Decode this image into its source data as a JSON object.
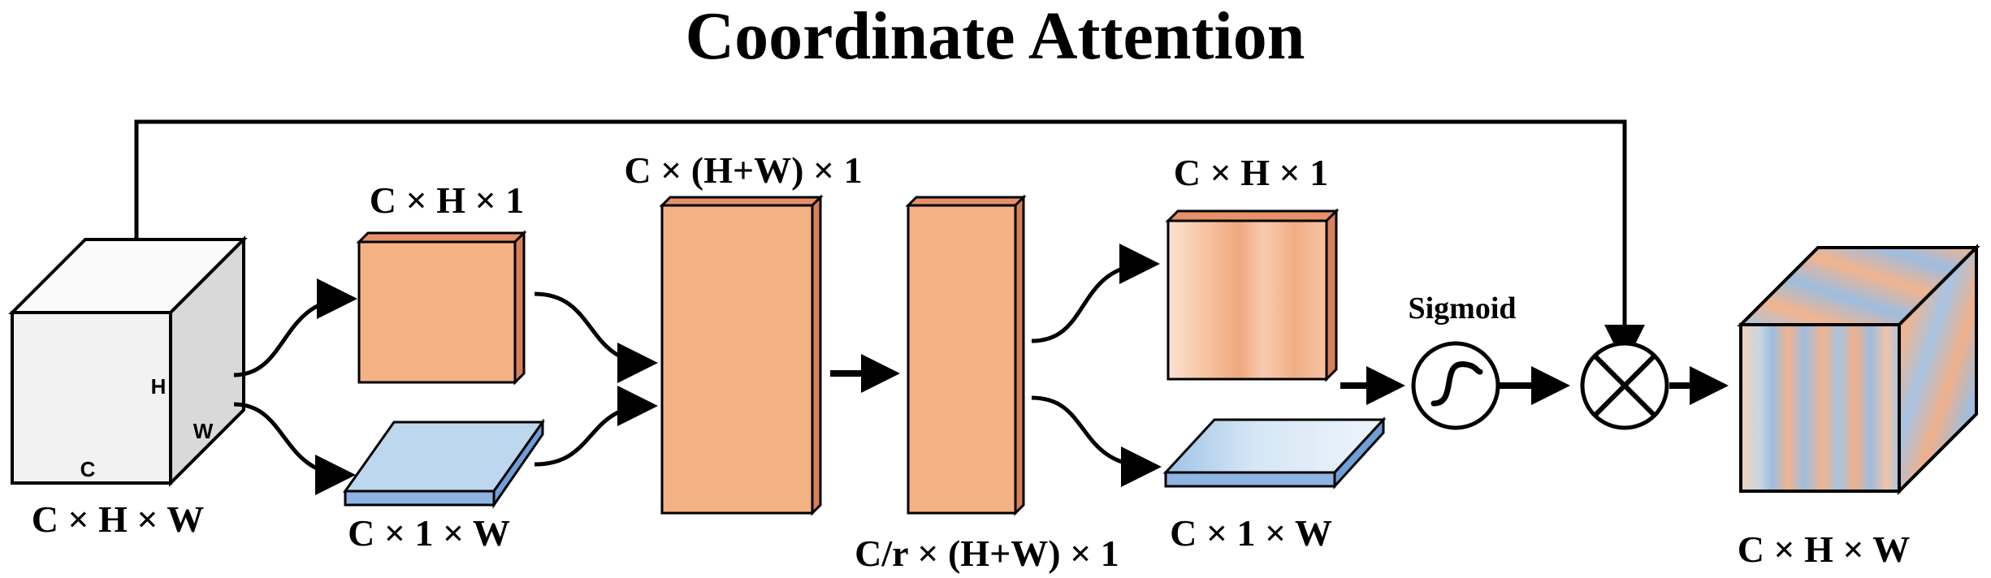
{
  "title": "Coordinate Attention",
  "input": {
    "label": "C × H × W",
    "axis_h": "H",
    "axis_w": "W",
    "axis_c": "C"
  },
  "pooled_h": {
    "label": "C × H × 1"
  },
  "pooled_w": {
    "label": "C × 1 × W"
  },
  "concat": {
    "label": "C × (H+W) × 1"
  },
  "reduced": {
    "label": "C/r × (H+W) × 1"
  },
  "attn_h": {
    "label": "C × H × 1"
  },
  "attn_w": {
    "label": "C × 1 × W"
  },
  "sigmoid": {
    "label": "Sigmoid"
  },
  "output": {
    "label": "C × H × W"
  },
  "colors": {
    "orange": "#f4b183",
    "orange_dark": "#e8906a",
    "blue": "#bdd7ee",
    "blue_dark": "#8eb4e3",
    "gray_front": "#f2f2f2",
    "gray_side": "#d9d9d9"
  }
}
